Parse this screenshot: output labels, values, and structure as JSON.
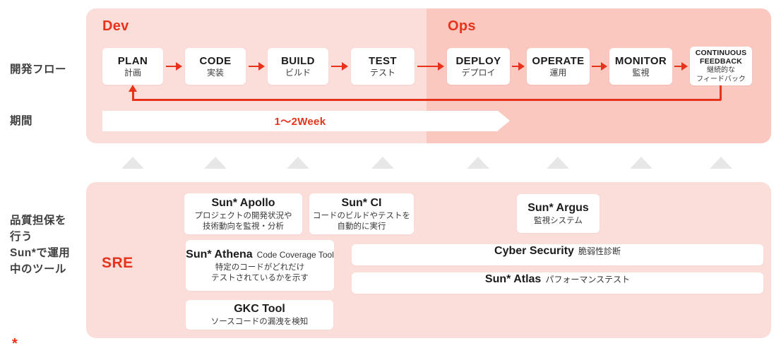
{
  "colors": {
    "accent_red": "#e7331b",
    "dev_panel_bg": "#fbded9",
    "ops_panel_bg": "#fbc8c0",
    "box_bg": "#ffffff",
    "triangle_gray": "#e8e7e7",
    "side_label_gray": "#3f3f3f"
  },
  "left_labels": {
    "dev_flow": "開発フロー",
    "period": "期間",
    "tools_line1": "品質担保を",
    "tools_line2": "行う",
    "tools_line3": "Sun*で運用",
    "tools_line4": "中のツール",
    "footnote_marker": "*"
  },
  "flow": {
    "dev_label": "Dev",
    "ops_label": "Ops",
    "period_label": "1〜2Week",
    "steps": [
      {
        "title": "PLAN",
        "subtitle": "計画"
      },
      {
        "title": "CODE",
        "subtitle": "実装"
      },
      {
        "title": "BUILD",
        "subtitle": "ビルド"
      },
      {
        "title": "TEST",
        "subtitle": "テスト"
      },
      {
        "title": "DEPLOY",
        "subtitle": "デプロイ"
      },
      {
        "title": "OPERATE",
        "subtitle": "運用"
      },
      {
        "title": "MONITOR",
        "subtitle": "監視"
      },
      {
        "title_line1": "CONTINUOUS",
        "title_line2": "FEEDBACK",
        "subtitle_line1": "継続的な",
        "subtitle_line2": "フィードバック"
      }
    ]
  },
  "tools": {
    "sre_label": "SRE",
    "apollo": {
      "name": "Sun* Apollo",
      "desc_line1": "プロジェクトの開発状況や",
      "desc_line2": "技術動向を監視・分析"
    },
    "ci": {
      "name": "Sun* CI",
      "desc_line1": "コードのビルドやテストを",
      "desc_line2": "自動的に実行"
    },
    "argus": {
      "name": "Sun* Argus",
      "desc_line1": "監視システム"
    },
    "athena": {
      "name": "Sun* Athena",
      "tag": "Code Coverage Tool",
      "desc_line1": "特定のコードがどれだけ",
      "desc_line2": "テストされているかを示す"
    },
    "cyber_security": {
      "name": "Cyber Security",
      "tag": "脆弱性診断"
    },
    "atlas": {
      "name": "Sun* Atlas",
      "tag": "パフォーマンステスト"
    },
    "gkc": {
      "name": "GKC Tool",
      "desc_line1": "ソースコードの漏洩を検知"
    }
  }
}
